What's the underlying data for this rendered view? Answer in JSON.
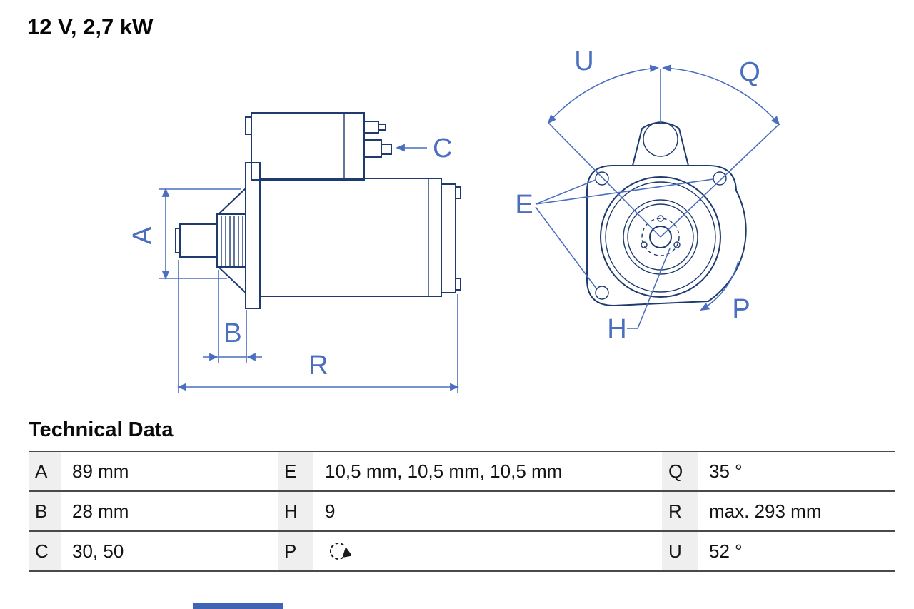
{
  "title": "12 V, 2,7 kW",
  "drawing": {
    "labels": {
      "A": "A",
      "B": "B",
      "C": "C",
      "E": "E",
      "H": "H",
      "P": "P",
      "Q": "Q",
      "R": "R",
      "U": "U"
    }
  },
  "table": {
    "heading": "Technical Data",
    "rows": [
      {
        "p1": "A",
        "v1": "89 mm",
        "p2": "E",
        "v2": "10,5 mm, 10,5 mm, 10,5 mm",
        "p3": "Q",
        "v3": "35 °"
      },
      {
        "p1": "B",
        "v1": "28 mm",
        "p2": "H",
        "v2": "9",
        "p3": "R",
        "v3": "max. 293 mm"
      },
      {
        "p1": "C",
        "v1": "30, 50",
        "p2": "P",
        "v2": "",
        "p3": "U",
        "v3": "52 °"
      }
    ],
    "p_value_icon": "rotation-direction-icon"
  },
  "colors": {
    "drawing_outline": "#1e3a6e",
    "dimension_blue": "#4a6fbf",
    "table_line": "#4a4a4a",
    "letter_cell_bg": "#efefef",
    "accent_strip": "#3f63b5"
  }
}
